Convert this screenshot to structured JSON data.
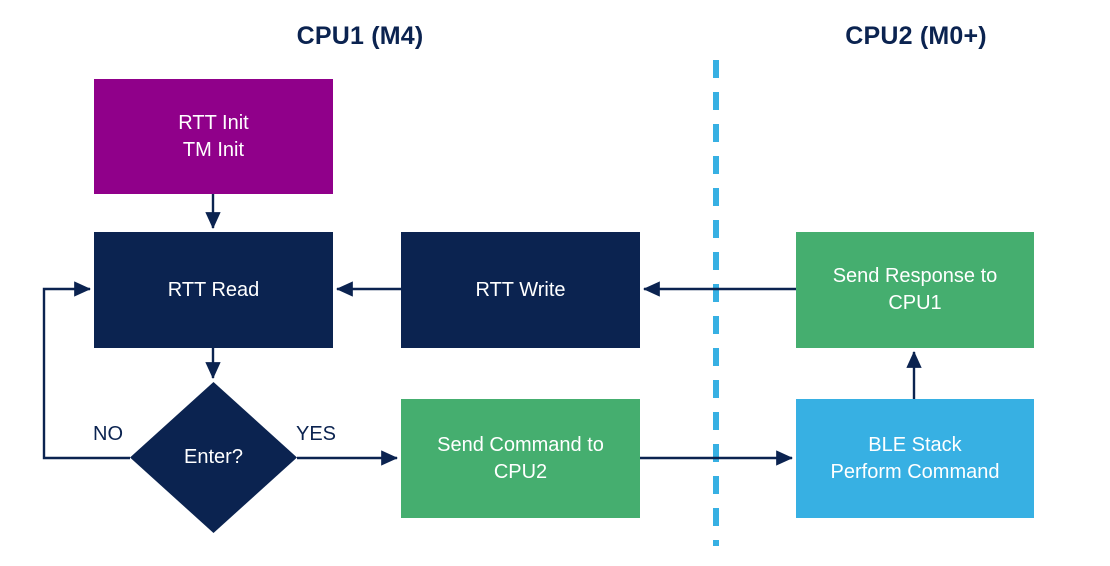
{
  "diagram": {
    "title_cpu1": "CPU1 (M4)",
    "title_cpu2": "CPU2 (M0+)",
    "colors": {
      "navy": "#0b2350",
      "purple": "#90008a",
      "green": "#45ae6f",
      "light_blue": "#37b0e3",
      "divider_blue": "#37b0e3",
      "white": "#ffffff",
      "background": "#ffffff"
    },
    "nodes": [
      {
        "id": "rtt-init",
        "label": "RTT Init\nTM Init",
        "shape": "rect",
        "fill": "#90008a",
        "text_color": "#ffffff"
      },
      {
        "id": "rtt-read",
        "label": "RTT Read",
        "shape": "rect",
        "fill": "#0b2350",
        "text_color": "#ffffff"
      },
      {
        "id": "rtt-write",
        "label": "RTT Write",
        "shape": "rect",
        "fill": "#0b2350",
        "text_color": "#ffffff"
      },
      {
        "id": "enter-decision",
        "label": "Enter?",
        "shape": "diamond",
        "fill": "#0b2350",
        "text_color": "#ffffff"
      },
      {
        "id": "send-command",
        "label": "Send Command to\nCPU2",
        "shape": "rect",
        "fill": "#45ae6f",
        "text_color": "#ffffff"
      },
      {
        "id": "send-response",
        "label": "Send Response to\nCPU1",
        "shape": "rect",
        "fill": "#45ae6f",
        "text_color": "#ffffff"
      },
      {
        "id": "ble-stack",
        "label": "BLE Stack\nPerform Command",
        "shape": "rect",
        "fill": "#37b0e3",
        "text_color": "#ffffff"
      }
    ],
    "edge_labels": {
      "no": "NO",
      "yes": "YES"
    },
    "edges": [
      {
        "from": "rtt-init",
        "to": "rtt-read",
        "label": ""
      },
      {
        "from": "rtt-read",
        "to": "enter-decision",
        "label": ""
      },
      {
        "from": "enter-decision",
        "to": "rtt-read",
        "label": "NO"
      },
      {
        "from": "enter-decision",
        "to": "send-command",
        "label": "YES"
      },
      {
        "from": "send-command",
        "to": "ble-stack",
        "label": ""
      },
      {
        "from": "ble-stack",
        "to": "send-response",
        "label": ""
      },
      {
        "from": "send-response",
        "to": "rtt-write",
        "label": ""
      },
      {
        "from": "rtt-write",
        "to": "rtt-read",
        "label": ""
      }
    ]
  }
}
